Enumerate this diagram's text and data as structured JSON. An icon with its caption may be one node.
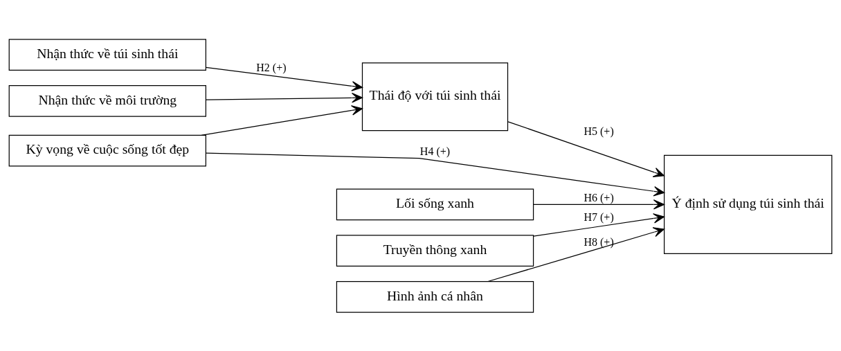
{
  "diagram": {
    "nodes": [
      {
        "text": [
          "Nhận thức về môi trường"
        ]
      },
      {
        "text": [
          "Nhận thức về túi sinh thái"
        ]
      },
      {
        "text": [
          "Thái độ với túi sinh thái"
        ]
      },
      {
        "text": [
          "Kỳ vọng về cuộc sống tốt đẹp"
        ]
      },
      {
        "text": [
          "Ý định sử dụng túi sinh thái"
        ]
      },
      {
        "text": [
          "Lối sống xanh"
        ]
      },
      {
        "text": [
          "Truyền thông xanh"
        ]
      },
      {
        "text": [
          "Hình ảnh cá nhân"
        ]
      }
    ],
    "edges": [
      {
        "from": 0,
        "to": 2,
        "arrow": "to"
      },
      {
        "from": 1,
        "to": 2,
        "arrow": "to",
        "label": "H2 (+)"
      },
      {
        "from": 3,
        "to": 2,
        "arrow": "to"
      },
      {
        "from": 2,
        "to": 4,
        "arrow": "to",
        "label": "H5 (+)"
      },
      {
        "from": 3,
        "to": 4,
        "arrow": "to",
        "label": "H4 (+)"
      },
      {
        "from": 5,
        "to": 4,
        "arrow": "to",
        "label": "H6 (+)"
      },
      {
        "from": 6,
        "to": 4,
        "arrow": "to",
        "label": "H7 (+)"
      },
      {
        "from": 7,
        "to": 4,
        "arrow": "to",
        "label": "H8 (+)"
      }
    ]
  }
}
